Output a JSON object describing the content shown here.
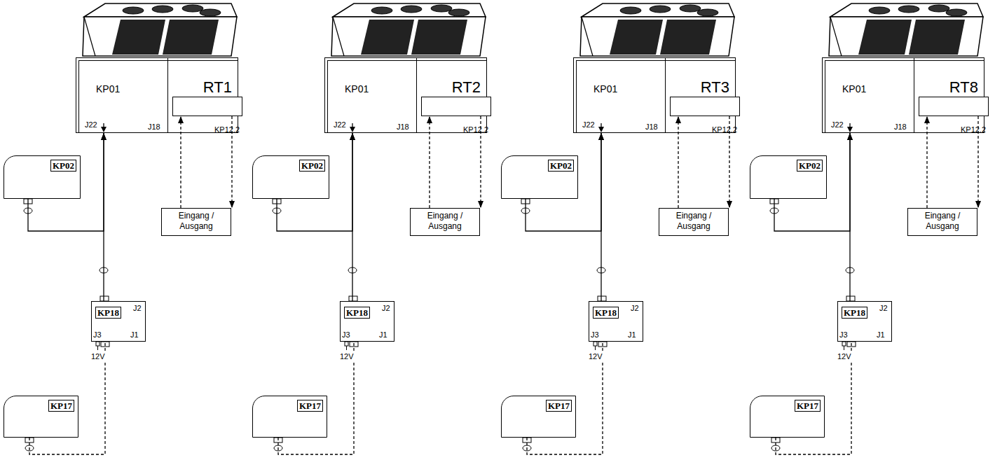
{
  "diagram": {
    "nodes": [
      {
        "text": [
          "KP01",
          "RT1"
        ]
      },
      {
        "text": [
          "KP12.2"
        ],
        "in": 0
      },
      {
        "text": [
          "KP02"
        ]
      },
      {
        "text": [
          "Eingang / Ausgang"
        ]
      },
      {
        "text": [
          "KP18"
        ]
      },
      {
        "text": [
          "KP17"
        ]
      },
      {
        "text": [
          "KP01",
          "RT2"
        ]
      },
      {
        "text": [
          "KP12.2"
        ],
        "in": 6
      },
      {
        "text": [
          "KP02"
        ]
      },
      {
        "text": [
          "Eingang / Ausgang"
        ]
      },
      {
        "text": [
          "KP18"
        ]
      },
      {
        "text": [
          "KP17"
        ]
      },
      {
        "text": [
          "KP01",
          "RT3"
        ]
      },
      {
        "text": [
          "KP12.2"
        ],
        "in": 12
      },
      {
        "text": [
          "KP02"
        ]
      },
      {
        "text": [
          "Eingang / Ausgang"
        ]
      },
      {
        "text": [
          "KP18"
        ]
      },
      {
        "text": [
          "KP17"
        ]
      },
      {
        "text": [
          "KP01",
          "RT8"
        ]
      },
      {
        "text": [
          "KP12.2"
        ],
        "in": 18
      },
      {
        "text": [
          "KP02"
        ]
      },
      {
        "text": [
          "Eingang / Ausgang"
        ]
      },
      {
        "text": [
          "KP18"
        ]
      },
      {
        "text": [
          "KP17"
        ]
      }
    ],
    "edges": [
      {
        "from": 2,
        "to": 0,
        "arrow": "to"
      },
      {
        "from": 4,
        "to": 0,
        "arrow": "to"
      },
      {
        "from": 3,
        "to": 1,
        "arrow": "to"
      },
      {
        "from": 1,
        "to": 3,
        "arrow": "to"
      },
      {
        "from": 5,
        "to": 4,
        "arrow": "none"
      },
      {
        "from": 8,
        "to": 6,
        "arrow": "to"
      },
      {
        "from": 10,
        "to": 6,
        "arrow": "to"
      },
      {
        "from": 9,
        "to": 7,
        "arrow": "to"
      },
      {
        "from": 7,
        "to": 9,
        "arrow": "to"
      },
      {
        "from": 11,
        "to": 10,
        "arrow": "none"
      },
      {
        "from": 14,
        "to": 12,
        "arrow": "to"
      },
      {
        "from": 16,
        "to": 12,
        "arrow": "to"
      },
      {
        "from": 15,
        "to": 13,
        "arrow": "to"
      },
      {
        "from": 13,
        "to": 15,
        "arrow": "to"
      },
      {
        "from": 17,
        "to": 16,
        "arrow": "none"
      },
      {
        "from": 20,
        "to": 18,
        "arrow": "to"
      },
      {
        "from": 22,
        "to": 18,
        "arrow": "to"
      },
      {
        "from": 21,
        "to": 19,
        "arrow": "to"
      },
      {
        "from": 19,
        "to": 21,
        "arrow": "to"
      },
      {
        "from": 23,
        "to": 22,
        "arrow": "none"
      }
    ],
    "labels": [
      "J22",
      "J18",
      "J2",
      "J3",
      "J1",
      "12V",
      "J22",
      "J18",
      "J2",
      "J3",
      "J1",
      "12V",
      "J22",
      "J18",
      "J2",
      "J3",
      "J1",
      "12V",
      "J22",
      "J18",
      "J2",
      "J3",
      "J1",
      "12V"
    ]
  }
}
